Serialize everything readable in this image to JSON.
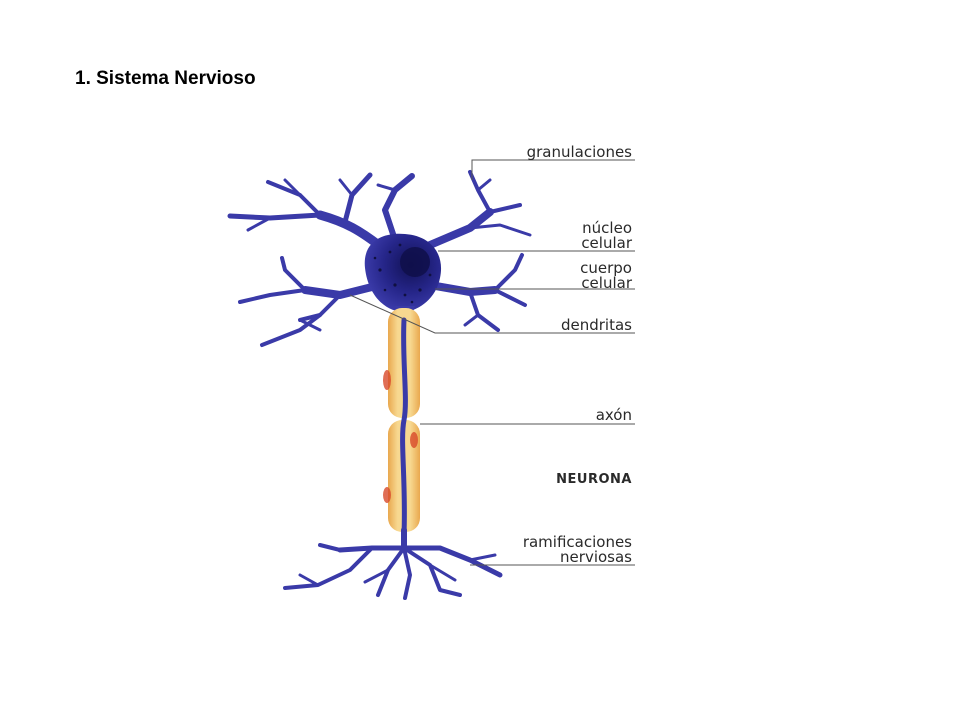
{
  "title": "1. Sistema Nervioso",
  "diagram": {
    "title": "NEURONA",
    "labels": {
      "granulaciones": "granulaciones",
      "nucleo_1": "núcleo",
      "nucleo_2": "celular",
      "cuerpo_1": "cuerpo",
      "cuerpo_2": "celular",
      "dendritas": "dendritas",
      "axon": "axón",
      "ramificaciones_1": "ramificaciones",
      "ramificaciones_2": "nerviosas"
    }
  },
  "colors": {
    "neuron_blue": "#3a3aa8",
    "neuron_dark": "#202070",
    "myelin": "#f2c870",
    "myelin_edge": "#e0a050",
    "node_red": "#d84a2a"
  }
}
